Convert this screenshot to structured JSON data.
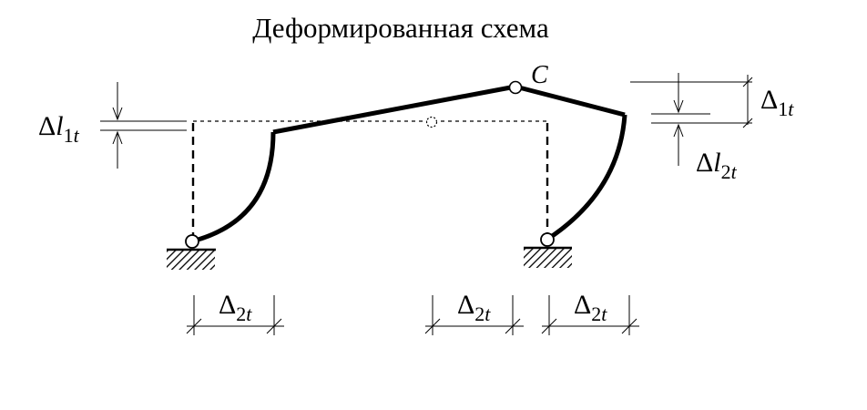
{
  "title": "Деформированная  схема",
  "hinge_label": "C",
  "delta_symbol": "Δ",
  "labels": {
    "dl1t": {
      "main": "l",
      "sub": "1",
      "sub2": "t"
    },
    "d1t": {
      "sub": "1",
      "sub2": "t"
    },
    "dl2t": {
      "main": "l",
      "sub": "2",
      "sub2": "t"
    },
    "d2t": {
      "sub": "2",
      "sub2": "t"
    }
  }
}
